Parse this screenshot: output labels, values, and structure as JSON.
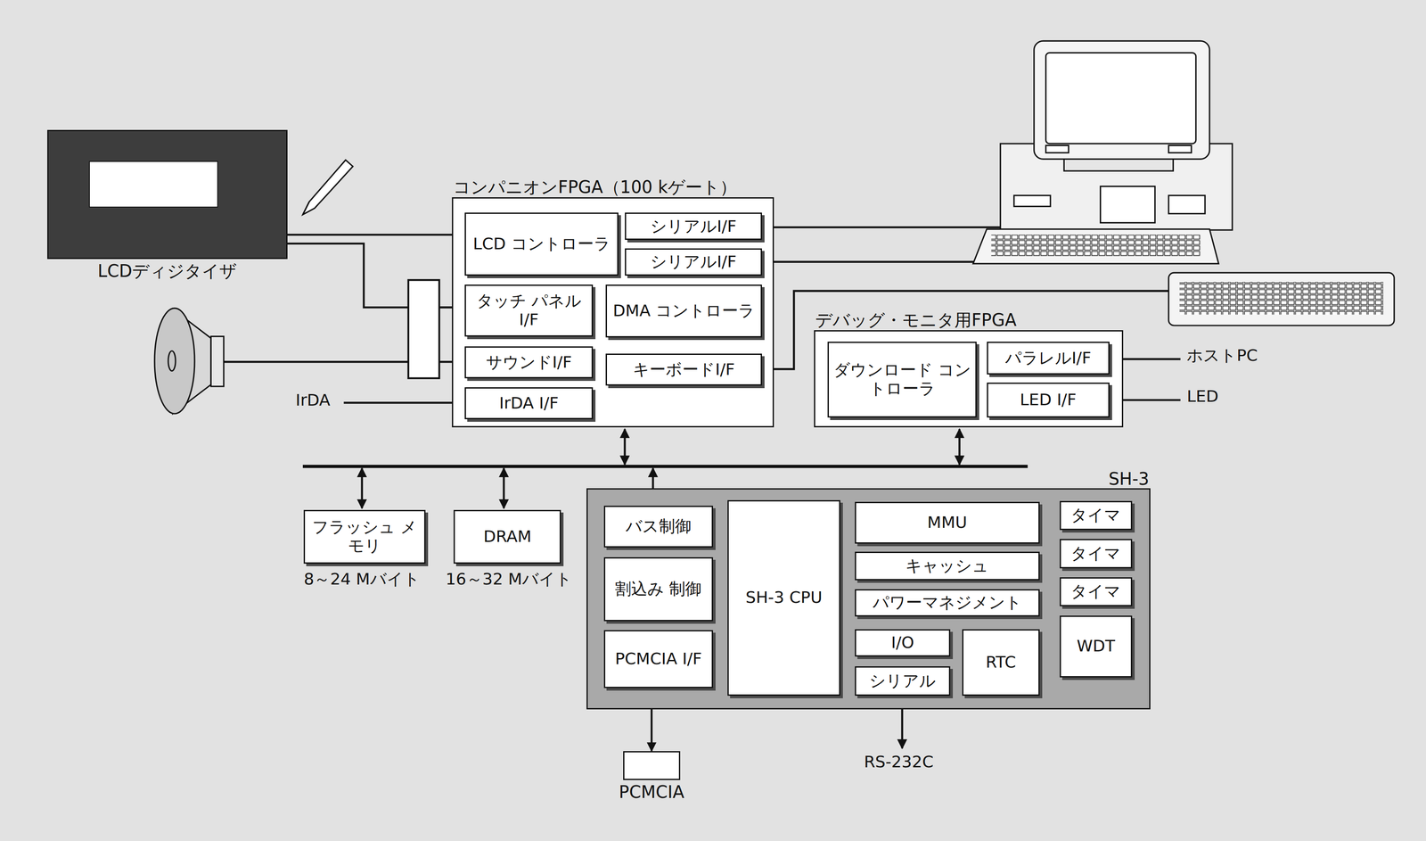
{
  "diagram": {
    "nodes": [
      {
        "text": [
          "LCDディジタイザ"
        ]
      },
      {
        "text": [
          "コンパニオンFPGA（100 kゲート）"
        ]
      },
      {
        "text": [
          "LCD コントローラ"
        ],
        "in": 1
      },
      {
        "text": [
          "シリアルI/F"
        ],
        "in": 1
      },
      {
        "text": [
          "シリアルI/F"
        ],
        "in": 1
      },
      {
        "text": [
          "タッチ パネルI/F"
        ],
        "in": 1
      },
      {
        "text": [
          "DMA コントローラ"
        ],
        "in": 1
      },
      {
        "text": [
          "サウンドI/F"
        ],
        "in": 1
      },
      {
        "text": [
          "キーボードI/F"
        ],
        "in": 1
      },
      {
        "text": [
          "IrDA I/F"
        ],
        "in": 1
      },
      {
        "text": [
          "デバッグ・モニタ用FPGA"
        ]
      },
      {
        "text": [
          "ダウンロード コントローラ"
        ],
        "in": 10
      },
      {
        "text": [
          "パラレルI/F"
        ],
        "in": 10
      },
      {
        "text": [
          "LED I/F"
        ],
        "in": 10
      },
      {
        "text": [
          "フラッシュ メモリ"
        ]
      },
      {
        "text": [
          "DRAM"
        ]
      },
      {
        "text": [
          "SH-3"
        ]
      },
      {
        "text": [
          "バス制御"
        ],
        "in": 16
      },
      {
        "text": [
          "割込み 制御"
        ],
        "in": 16
      },
      {
        "text": [
          "PCMCIA I/F"
        ],
        "in": 16
      },
      {
        "text": [
          "SH-3 CPU"
        ],
        "in": 16
      },
      {
        "text": [
          "MMU"
        ],
        "in": 16
      },
      {
        "text": [
          "キャッシュ"
        ],
        "in": 16
      },
      {
        "text": [
          "パワーマネジメント"
        ],
        "in": 16
      },
      {
        "text": [
          "I/O"
        ],
        "in": 16
      },
      {
        "text": [
          "シリアル"
        ],
        "in": 16
      },
      {
        "text": [
          "RTC"
        ],
        "in": 16
      },
      {
        "text": [
          "タイマ"
        ],
        "in": 16
      },
      {
        "text": [
          "タイマ"
        ],
        "in": 16
      },
      {
        "text": [
          "タイマ"
        ],
        "in": 16
      },
      {
        "text": [
          "WDT"
        ],
        "in": 16
      },
      {
        "text": [
          "PCMCIA"
        ]
      }
    ],
    "edges": [
      {
        "from": 0,
        "to": 2,
        "arrow": "none"
      },
      {
        "from": 0,
        "to": 5,
        "arrow": "none"
      },
      {
        "from": 19,
        "to": 31,
        "arrow": "both"
      }
    ],
    "labels": [
      "IrDA",
      "ホストPC",
      "LED",
      "8～24 Mバイト",
      "16～32 Mバイト",
      "RS-232C"
    ]
  }
}
